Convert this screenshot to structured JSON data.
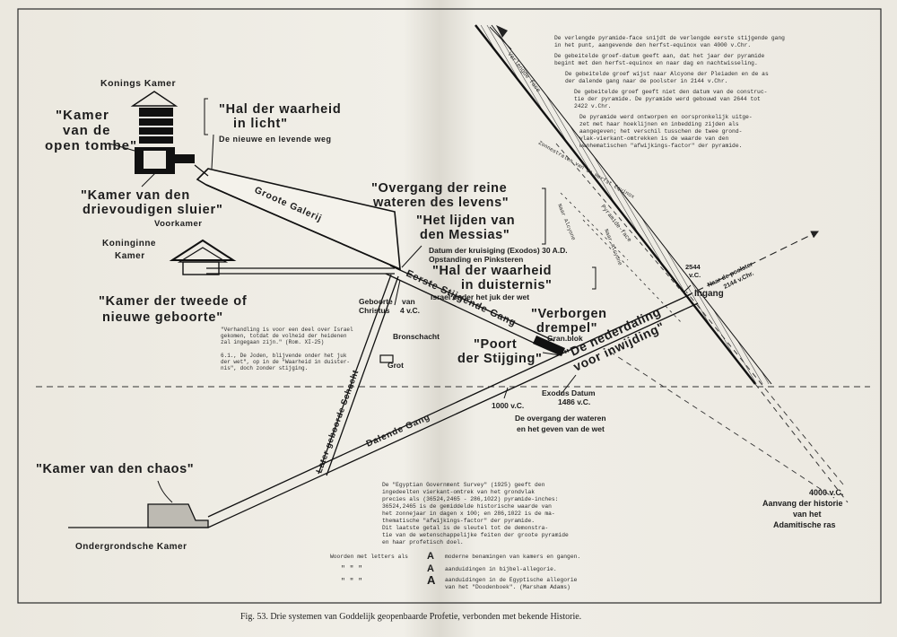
{
  "labels": {
    "konings_kamer": "Konings Kamer",
    "kamer_open_tombe_1": "\"Kamer",
    "kamer_open_tombe_2": "van de",
    "kamer_open_tombe_3": "open tombe\"",
    "hal_licht_1": "\"Hal der waarheid",
    "hal_licht_2": "in licht\"",
    "nieuwe_weg": "De nieuwe en levende weg",
    "groote_galerij": "Groote Galerij",
    "drievoudigen_1": "\"Kamer van den",
    "drievoudigen_2": "drievoudigen sluier\"",
    "voorkamer": "Voorkamer",
    "koninginne_1": "Koninginne",
    "koninginne_2": "Kamer",
    "tweede_1": "\"Kamer der tweede of",
    "tweede_2": "nieuwe geboorte\"",
    "overgang_1": "\"Overgang der reine",
    "overgang_2": "wateren des levens\"",
    "lijden_1": "\"Het lijden van",
    "lijden_2": "den Messias\"",
    "kruisiging_1": "Datum der kruisiging (Exodos) 30 A.D.",
    "kruisiging_2": "Opstanding en Pinksteren",
    "hal_duister_1": "\"Hal der waarheid",
    "hal_duister_2": "in duisternis\"",
    "israel_juk": "Israel onder het juk der wet",
    "geboorte_1": "Geboorte",
    "geboorte_2": "Christus",
    "van_4vc_1": "van",
    "van_4vc_2": "4 v.C.",
    "eerste_gang": "Eerste Stijgende Gang",
    "verborgen_1": "\"Verborgen",
    "verborgen_2": "drempel\"",
    "granblok": "Gran.blok",
    "bronschacht": "Bronschacht",
    "poort_1": "\"Poort",
    "poort_2": "der Stijging\"",
    "nederdaling_1": "\"De nederdaling",
    "nederdaling_2": "voor inwijding\"",
    "grot": "Grot",
    "exodus_1": "Exodus Datum",
    "exodus_2": "1486 v.C.",
    "overgang_wateren_1": "De overgang der wateren",
    "overgang_wateren_2": "en het geven van de wet",
    "jaar_1000": "1000 v.C.",
    "later_geboorde": "Later geboorde Schacht",
    "dalende_gang": "Dalende Gang",
    "chaos": "\"Kamer van den chaos\"",
    "ondergrondsche": "Ondergrondsche Kamer",
    "ingang": "Ingang",
    "jaar_2544_1": "2544",
    "jaar_2544_2": "v.C.",
    "poolster_1": "Naar de poolster",
    "poolster_2": "2144 v.Chr.",
    "aanvang_1": "4000 v.C.",
    "aanvang_2": "Aanvang der historie",
    "aanvang_3": "van het",
    "aanvang_4": "Adamitische ras",
    "verlengde_face": "Verlengde face",
    "pyramide_face": "Pyramide-face",
    "zonnelicht_1": "Zonnestralen van de Herfst Equinox",
    "zonnelicht_2": "Naar Alcyone",
    "zonnelicht_3": "Naar Alcyone"
  },
  "notes_right": [
    "De verlengde pyramide-face snijdt de verlengde eerste stijgende gang",
    "in het punt, aangevende den herfst-equinox van 4000 v.Chr.",
    "De gebeitelde groef-datum geeft aan, dat het jaar der pyramide",
    "begint met den herfst-equinox en naar dag en nachtwisseling.",
    "De gebeitelde groef wijst naar Alcyone der Pleiaden en de as",
    "der dalende gang naar de poolster in 2144 v.Chr.",
    "De gebeitelde groef geeft niet den datum van de construc-",
    "tie der pyramide. De pyramide werd gebouwd van 2644 tot",
    "2422 v.Chr.",
    "De pyramide werd ontworpen en oorspronkelijk uitge-",
    "zet met haar hoeklijnen en inbedding zijden als",
    "aangegeven; het verschil tusschen de twee grond-",
    "vlak-vierkant-omtrekken is de waarde van den",
    "wanhematischen \"afwijkings-factor\" der pyramide."
  ],
  "notes_left_1": [
    "\"Verhandling is voor een deel over Israel",
    "gekomen, totdat de volheid der heidenen",
    "zal ingegaan zijn.\"          (Rom. XI-25)"
  ],
  "notes_left_2": [
    "6.1., De Joden, blijvende onder het juk",
    "der wet\", op in de \"Waarheid in duister-",
    "nis\", doch zonder stijging."
  ],
  "notes_bottom": [
    "De \"Egyptian Government Survey\" (1925) geeft den",
    "ingedeelten vierkant-omtrek van het grondvlak",
    "precies als (36524,2465 - 286,1022) pyramide-inches:",
    "36524,2465 is de gemiddelde historische waarde van",
    "het zonnejaar in dagen x 100; en 286,1022 is de ma-",
    "thematische \"afwijkings-factor\" der pyramide.",
    "Dit laatste getal is de sleutel tot de demonstra-",
    "tie van de wetenschappelijke feiten der groote pyramide",
    "en haar profetisch doel."
  ],
  "legend": [
    {
      "prefix": "Woorden met letters als",
      "letter": "A",
      "text": "moderne benamingen van kamers en gangen."
    },
    {
      "prefix": "\"          \"          \"",
      "letter": "A",
      "text": "aanduidingen in bijbel-allegorie."
    },
    {
      "prefix": "\"          \"          \"",
      "letter": "A",
      "text": "aanduidingen in de Egyptische allegorie"
    },
    {
      "prefix": "",
      "letter": "",
      "text": "van het \"Doodenboek\". (Marsham Adams)"
    }
  ],
  "caption": "Fig. 53.  Drie systemen van Goddelijk geopenbaarde Profetie, verbonden met bekende Historie."
}
